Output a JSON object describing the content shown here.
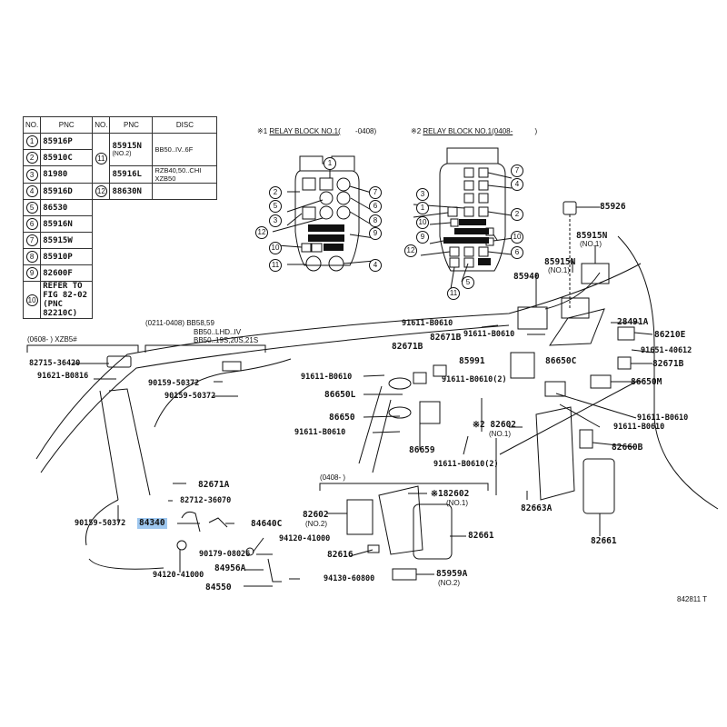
{
  "table": {
    "headers": {
      "no": "NO.",
      "pnc": "PNC",
      "no2": "NO.",
      "pnc2": "PNC",
      "disc": "DISC"
    },
    "left_rows": [
      {
        "no": "1",
        "pnc": "85916P"
      },
      {
        "no": "2",
        "pnc": "85910C"
      },
      {
        "no": "3",
        "pnc": "81980"
      },
      {
        "no": "4",
        "pnc": "85916D"
      },
      {
        "no": "5",
        "pnc": "86530"
      },
      {
        "no": "6",
        "pnc": "85916N"
      },
      {
        "no": "7",
        "pnc": "85915W"
      },
      {
        "no": "8",
        "pnc": "85910P"
      },
      {
        "no": "9",
        "pnc": "82600F"
      },
      {
        "no": "10",
        "pnc": "REFER TO FIG 82-02",
        "note": "(PNC 82210C)"
      }
    ],
    "right_rows": [
      {
        "no": "11",
        "pnc": "85915N",
        "note": "(NO.2)",
        "disc": "BB50..IV..6F"
      },
      {
        "no": "11",
        "pnc": "85916L",
        "note": "",
        "disc": "RZB40,50..CHI XZB50"
      },
      {
        "no": "12",
        "pnc": "88630N",
        "note": "",
        "disc": ""
      }
    ]
  },
  "relay_block_1": {
    "title_prefix": "※1",
    "title": "RELAY BLOCK NO.1(",
    "title_suffix": "-0408)",
    "callouts": [
      "1",
      "2",
      "5",
      "3",
      "12",
      "10",
      "11",
      "7",
      "6",
      "8",
      "9",
      "4"
    ]
  },
  "relay_block_2": {
    "title_prefix": "※2",
    "title": "RELAY BLOCK NO.1(0408-",
    "title_suffix": ")",
    "callouts": [
      "7",
      "4",
      "3",
      "1",
      "2",
      "10",
      "10",
      "9",
      "12",
      "6",
      "5",
      "11"
    ]
  },
  "groups": {
    "xzb5": "(0608-        ) XZB5#",
    "bb58": "(0211-0408) BB58,59",
    "bb50_lhd": "BB50..LHD..IV",
    "bb50_19s": "BB50..19S,20S,21S",
    "lower": "(0408-        )"
  },
  "parts": [
    {
      "id": "p85926",
      "code": "85926"
    },
    {
      "id": "p85915n_a",
      "code": "85915N",
      "note": "(NO.1)"
    },
    {
      "id": "p85915n_b",
      "code": "85915N",
      "note": "(NO.1)"
    },
    {
      "id": "p85940",
      "code": "85940"
    },
    {
      "id": "p28491a",
      "code": "28491A"
    },
    {
      "id": "p86210e",
      "code": "86210E"
    },
    {
      "id": "p91651",
      "code": "91651-40612"
    },
    {
      "id": "p82671b_r",
      "code": "82671B"
    },
    {
      "id": "p86650m",
      "code": "86650M"
    },
    {
      "id": "p91611_r1",
      "code": "91611-B0610"
    },
    {
      "id": "p91611_r2",
      "code": "91611-B0610"
    },
    {
      "id": "p82660b",
      "code": "82660B"
    },
    {
      "id": "p82661_r",
      "code": "82661"
    },
    {
      "id": "p82663a",
      "code": "82663A"
    },
    {
      "id": "p91611_a",
      "code": "91611-B0610"
    },
    {
      "id": "p82671b_a",
      "code": "82671B"
    },
    {
      "id": "p91611_b",
      "code": "91611-B0610"
    },
    {
      "id": "p82671b_b",
      "code": "82671B"
    },
    {
      "id": "p85991",
      "code": "85991"
    },
    {
      "id": "p86650c",
      "code": "86650C"
    },
    {
      "id": "p91611_c",
      "code": "91611-B0610"
    },
    {
      "id": "p86650l",
      "code": "86650L"
    },
    {
      "id": "p91611_d",
      "code": "91611-B0610(2)"
    },
    {
      "id": "p86650",
      "code": "86650"
    },
    {
      "id": "p82602_1",
      "code": "82602",
      "prefix": "※2",
      "note": "(NO.1)"
    },
    {
      "id": "p91611_e",
      "code": "91611-B0610"
    },
    {
      "id": "p86659",
      "code": "86659"
    },
    {
      "id": "p91611_f",
      "code": "91611-B0610(2)"
    },
    {
      "id": "p82715",
      "code": "82715-36420"
    },
    {
      "id": "p91621",
      "code": "91621-B0816"
    },
    {
      "id": "p90159_a",
      "code": "90159-50372"
    },
    {
      "id": "p90159_b",
      "code": "90159-50372"
    },
    {
      "id": "p82671a",
      "code": "82671A"
    },
    {
      "id": "p82712",
      "code": "82712-36070"
    },
    {
      "id": "p90159_c",
      "code": "90159-50372"
    },
    {
      "id": "p84340",
      "code": "84340",
      "highlighted": true
    },
    {
      "id": "p84640c",
      "code": "84640C"
    },
    {
      "id": "p94120_a",
      "code": "94120-41000"
    },
    {
      "id": "p90179",
      "code": "90179-08026"
    },
    {
      "id": "p84956a",
      "code": "84956A"
    },
    {
      "id": "p94120_b",
      "code": "94120-41000"
    },
    {
      "id": "p84550",
      "code": "84550"
    },
    {
      "id": "p94130",
      "code": "94130-60800"
    },
    {
      "id": "p82602_2",
      "code": "82602",
      "note": "(NO.2)"
    },
    {
      "id": "p82602_3",
      "code": "82602",
      "prefix": "※1",
      "note": "(NO.1)"
    },
    {
      "id": "p82661_c",
      "code": "82661"
    },
    {
      "id": "p82616",
      "code": "82616"
    },
    {
      "id": "p85959a",
      "code": "85959A",
      "note": "(NO.2)"
    }
  ],
  "figure_number": "842811 T",
  "colors": {
    "highlight": "#9ec7ef",
    "ink": "#111111"
  }
}
